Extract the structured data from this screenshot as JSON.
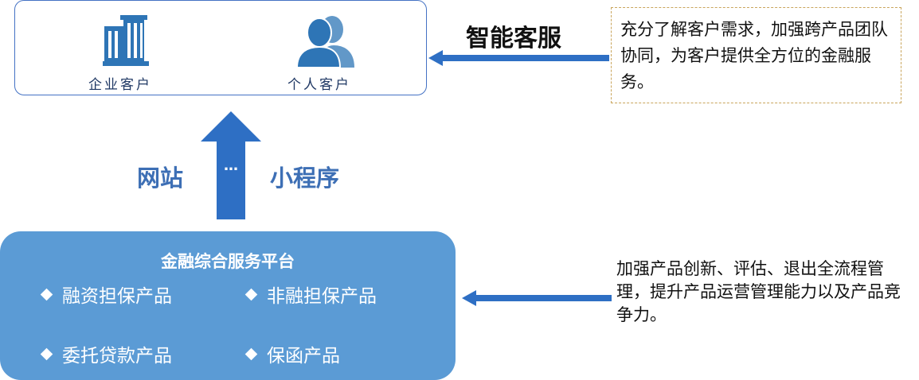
{
  "customers": {
    "enterprise_label": "企业客户",
    "individual_label": "个人客户"
  },
  "smart_service": {
    "label": "智能客服",
    "description": "充分了解客户需求，加强跨产品团队协同，为客户提供全方位的金融服务。"
  },
  "channels": {
    "website": "网站",
    "more": "…",
    "mini_program": "小程序"
  },
  "platform": {
    "title": "金融综合服务平台",
    "products": [
      "融资担保产品",
      "非融担保产品",
      "委托贷款产品",
      "保函产品"
    ]
  },
  "platform_description": "加强产品创新、评估、退出全流程管理，提升产品运营管理能力以及产品竞争力。",
  "colors": {
    "accent_blue": "#4472c4",
    "arrow_blue": "#2e6fc4",
    "platform_fill": "#5b9bd5",
    "channel_text": "#3d6fb5",
    "dashed_border": "#c9a55c"
  }
}
